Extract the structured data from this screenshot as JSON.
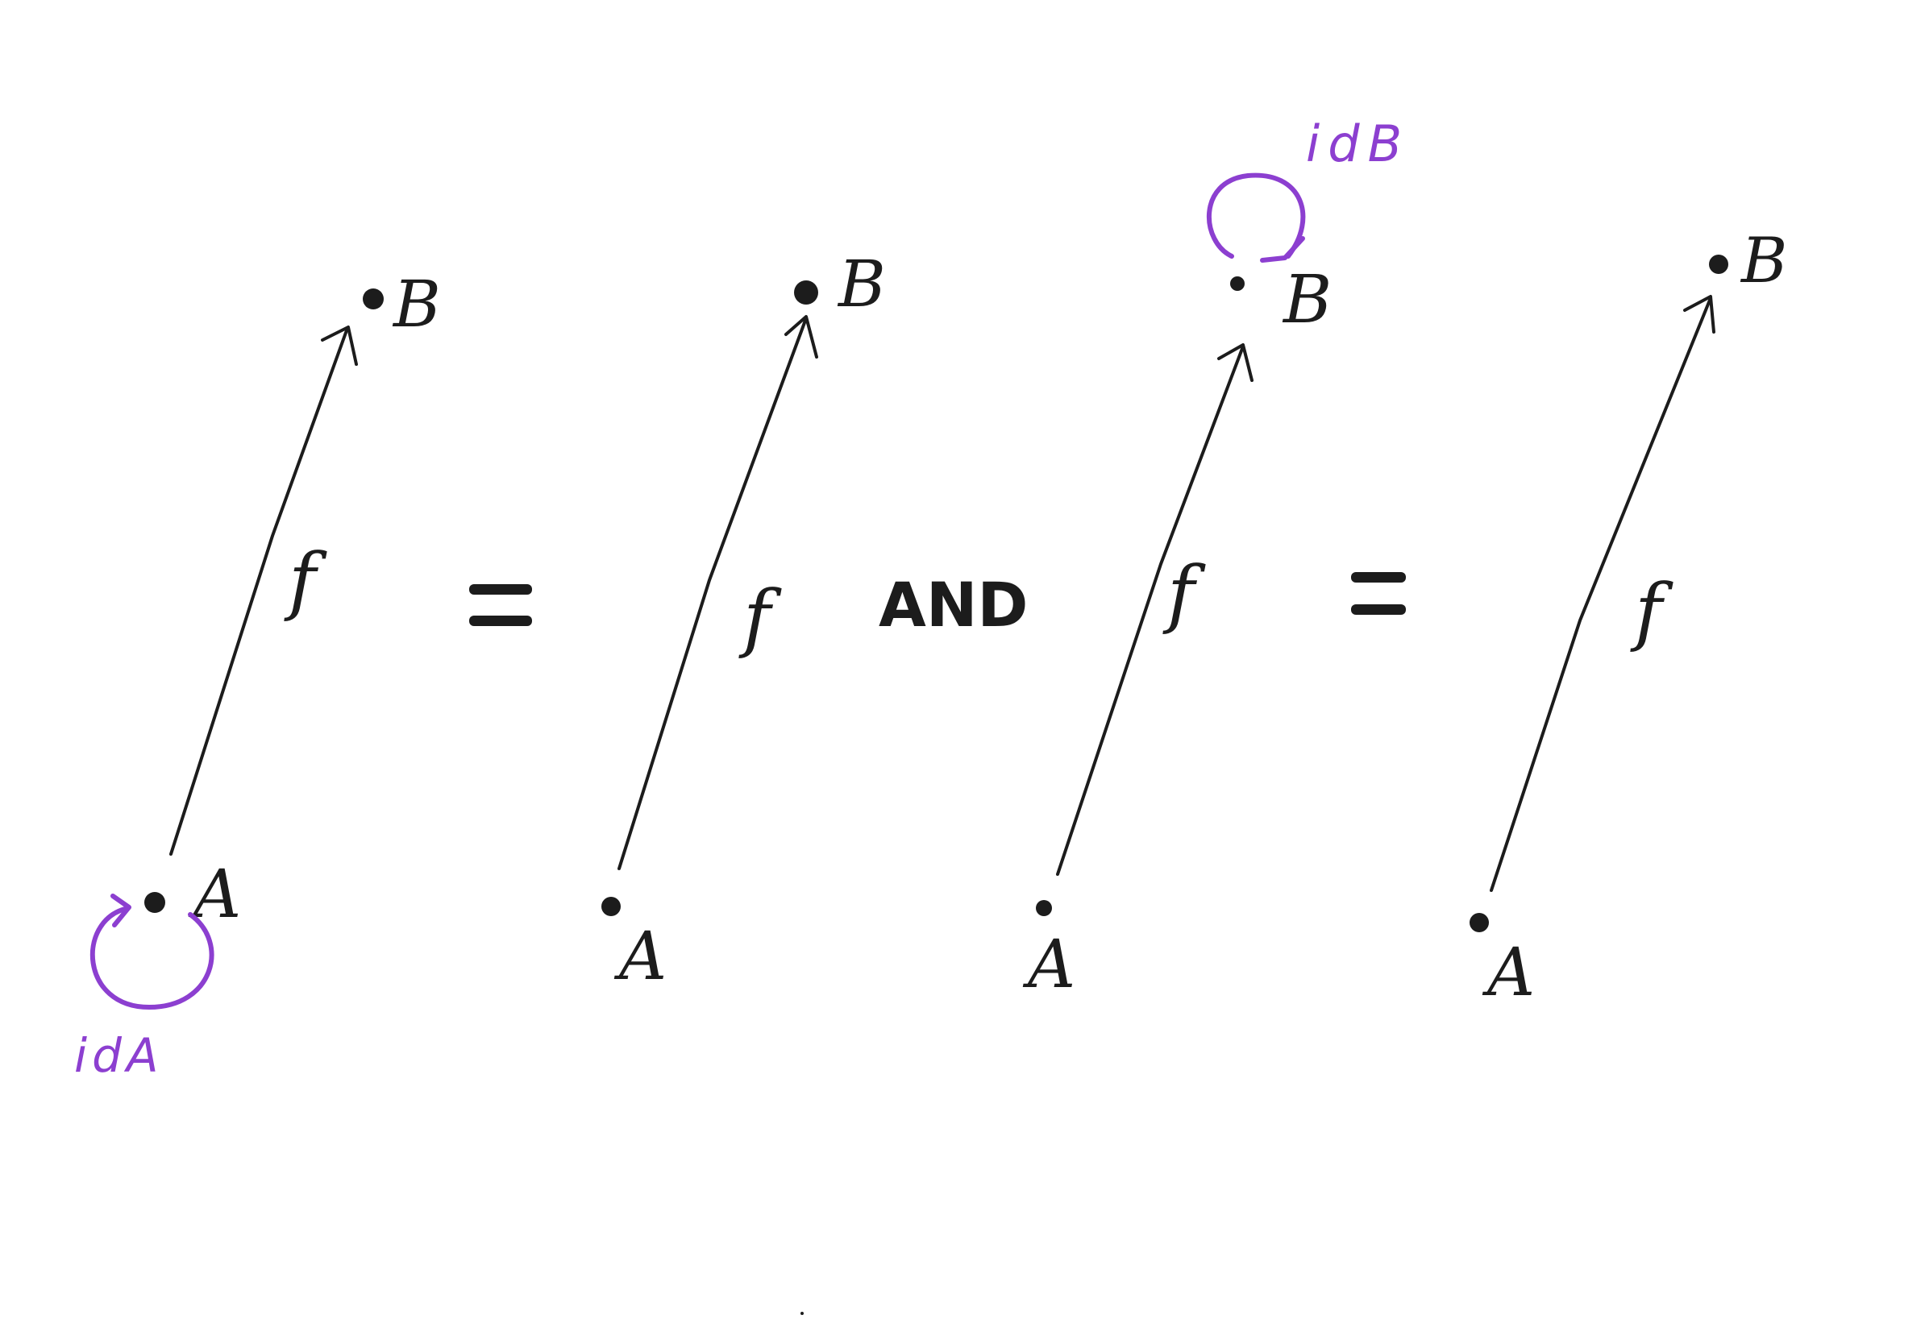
{
  "panels": [
    {
      "source": "A",
      "target": "B",
      "arrow": "f",
      "loop_label": "idA"
    },
    {
      "source": "A",
      "target": "B",
      "arrow": "f"
    },
    {
      "source": "A",
      "target": "B",
      "arrow": "f",
      "loop_label": "idB"
    },
    {
      "source": "A",
      "target": "B",
      "arrow": "f"
    }
  ],
  "equals_1": "=",
  "connector": "AND",
  "equals_2": "=",
  "colors": {
    "ink": "#1c1c1c",
    "identity": "#8c3fd0",
    "background": "#ffffff"
  }
}
